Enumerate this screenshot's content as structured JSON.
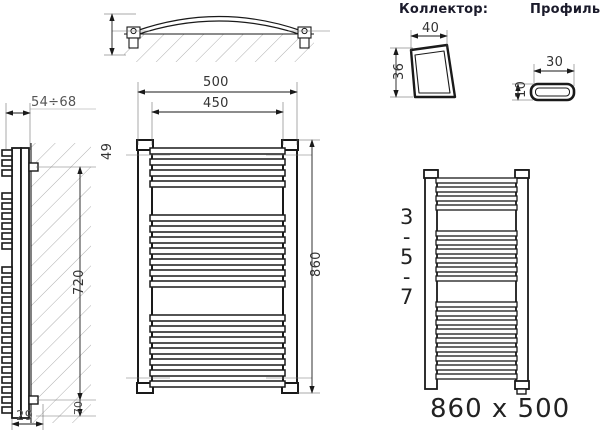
{
  "drawing": {
    "title_caption": "860 x 500",
    "headers": {
      "collector": "Коллектор:",
      "profile": "Профиль:"
    },
    "dimensions": {
      "top_view_depth": "49",
      "wall_gap_range": "54÷68",
      "overall_width": "500",
      "inner_width": "450",
      "overall_height": "860",
      "mount_spacing": "720",
      "bottom_offset": "29",
      "bottom_small": "70",
      "collector_width": "40",
      "collector_height": "36",
      "profile_width": "30",
      "profile_height": "10"
    },
    "model_code": {
      "line1": "3",
      "line2": "-",
      "line3": "5",
      "line4": "-",
      "line5": "7"
    },
    "colors": {
      "line": "#1a1a1a",
      "thin": "#555555",
      "hatch": "#9a9a9a",
      "center": "#777777",
      "text": "#222222"
    }
  }
}
